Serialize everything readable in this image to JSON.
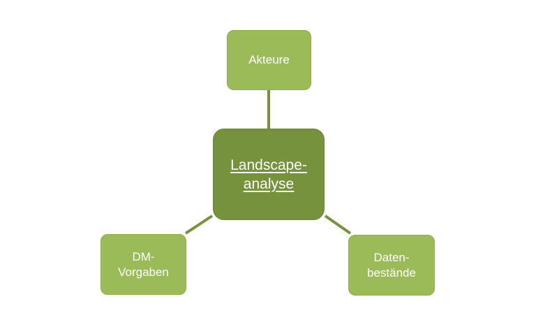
{
  "colors": {
    "satellite_fill": "#9bbb59",
    "center_fill": "#76923c",
    "connector": "#76923c",
    "text": "#ffffff"
  },
  "center": {
    "line1": "Landscape-",
    "line2": "analyse"
  },
  "top": {
    "label": "Akteure"
  },
  "left": {
    "line1": "DM-",
    "line2": "Vorgaben"
  },
  "right": {
    "line1": "Daten-",
    "line2": "bestände"
  }
}
